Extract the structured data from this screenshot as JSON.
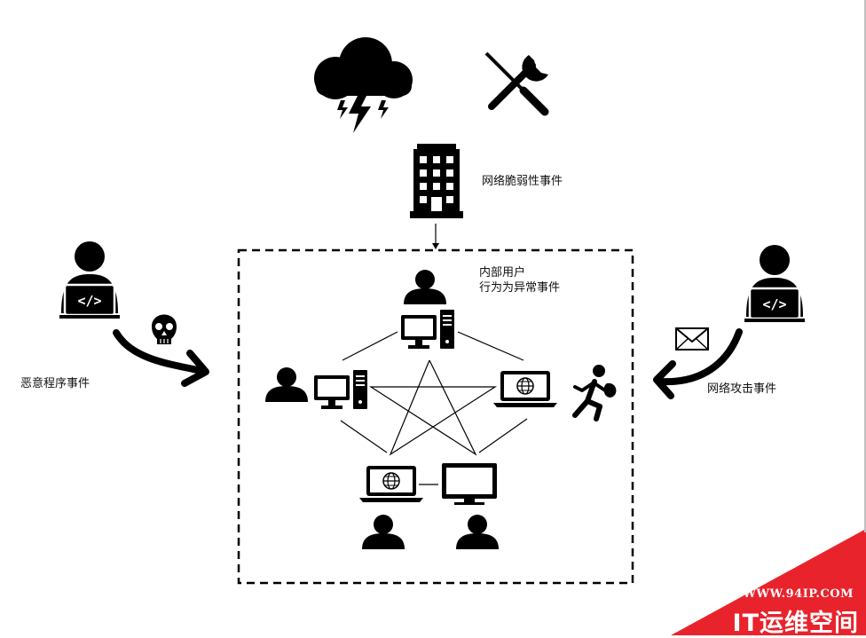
{
  "labels": {
    "vulnerability": "网络脆弱性事件",
    "insider_line1": "内部用户",
    "insider_line2": "行为为异常事件",
    "malware": "恶意程序事件",
    "attack": "网络攻击事件"
  },
  "watermark": {
    "url": "WWW.94IP.COM",
    "brand": "IT运维空间"
  },
  "icons": [
    "storm-cloud-icon",
    "tools-icon",
    "building-icon",
    "hacker-laptop-icon",
    "skull-icon",
    "envelope-icon",
    "user-icon",
    "desktop-computer-icon",
    "laptop-globe-icon",
    "thief-running-icon",
    "monitor-icon"
  ],
  "colors": {
    "ink": "#000000",
    "watermark_bg": "#e8232c",
    "watermark_text": "#ffffff"
  }
}
